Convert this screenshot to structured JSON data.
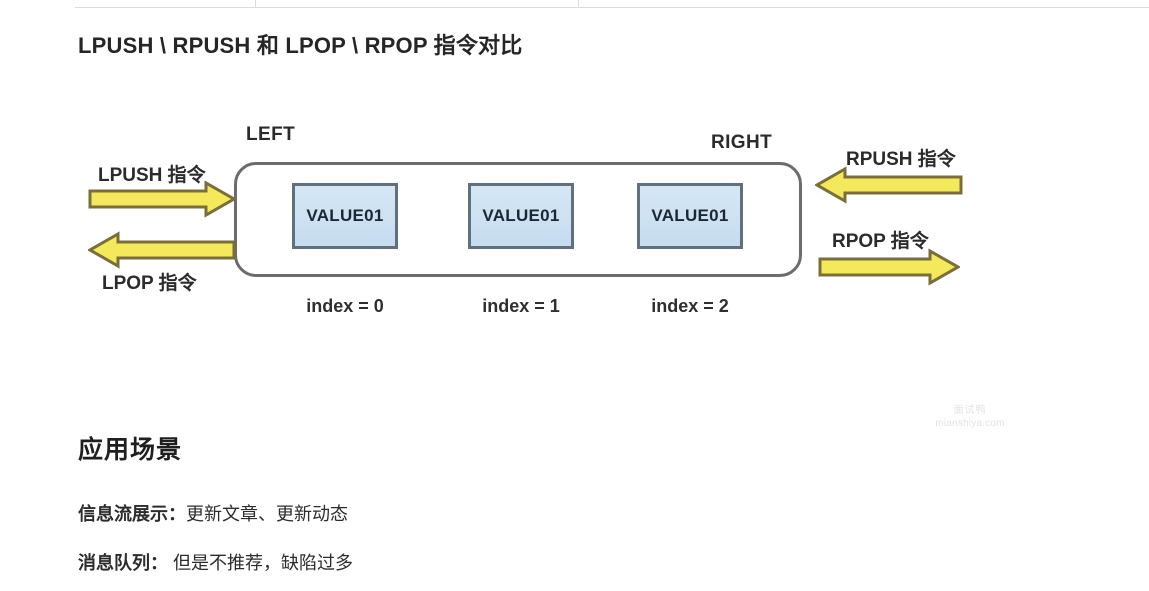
{
  "document": {
    "title": "LPUSH \\ RPUSH 和 LPOP \\ RPOP 指令对比"
  },
  "diagram": {
    "left_endpoint_label": "LEFT",
    "right_endpoint_label": "RIGHT",
    "values": [
      {
        "text": "VALUE01",
        "index_label": "index = 0"
      },
      {
        "text": "VALUE01",
        "index_label": "index = 1"
      },
      {
        "text": "VALUE01",
        "index_label": "index = 2"
      }
    ],
    "operations": [
      {
        "caption": "LPUSH 指令",
        "direction": "right",
        "side": "left"
      },
      {
        "caption": "LPOP 指令",
        "direction": "left",
        "side": "left"
      },
      {
        "caption": "RPUSH 指令",
        "direction": "left",
        "side": "right"
      },
      {
        "caption": "RPOP 指令",
        "direction": "right",
        "side": "right"
      }
    ],
    "colors": {
      "arrow_fill": "#f4e95c",
      "arrow_stroke": "#7a6f3a",
      "value_fill": "#cfe2f3",
      "value_stroke": "#60707e",
      "container_stroke": "#6b6b70"
    }
  },
  "watermark": {
    "cn": "面试鸭",
    "en": "mianshiya.com"
  },
  "scenarios": {
    "heading": "应用场景",
    "items": [
      {
        "term": "信息流展示：",
        "desc": "更新文章、更新动态"
      },
      {
        "term": "消息队列：",
        "desc": " 但是不推荐，缺陷过多"
      }
    ]
  }
}
